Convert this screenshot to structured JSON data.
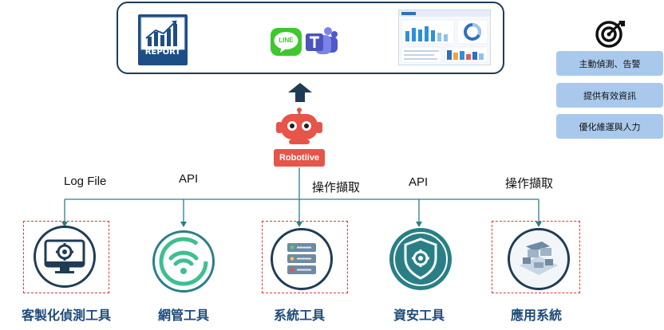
{
  "top_outputs": {
    "report_label": "REPORT",
    "line_label": "LINE"
  },
  "center": {
    "robot_label": "Robotiive"
  },
  "side_panel": {
    "items": [
      "主動偵測、告警",
      "提供有效資訊",
      "優化維運與人力"
    ]
  },
  "connections": [
    {
      "label": "Log File"
    },
    {
      "label": "API"
    },
    {
      "label": "操作擷取"
    },
    {
      "label": "API"
    },
    {
      "label": "操作擷取"
    }
  ],
  "categories": [
    {
      "label": "客製化偵測工具",
      "icon": "monitor-gear-icon"
    },
    {
      "label": "網管工具",
      "icon": "wifi-circle-icon"
    },
    {
      "label": "系統工具",
      "icon": "server-stack-icon"
    },
    {
      "label": "資安工具",
      "icon": "shield-gear-icon"
    },
    {
      "label": "應用系統",
      "icon": "isometric-app-icon"
    }
  ],
  "colors": {
    "navy": "#1f3c54",
    "teal": "#2a7f86",
    "highlight_dash": "#e03a3a",
    "panel_blue": "#a9c9ec",
    "robot_red": "#e6544a",
    "category_text": "#1e4b7a"
  }
}
